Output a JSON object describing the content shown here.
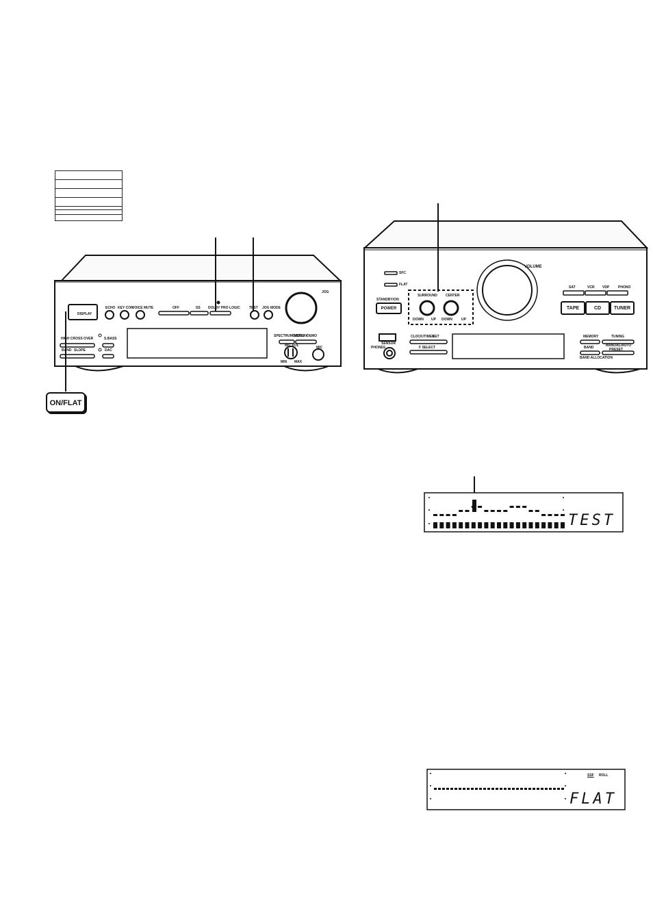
{
  "left_unit": {
    "buttons": {
      "display": "DISPLAY",
      "echo": "ECHO",
      "key_con": "KEY CON",
      "voice_mute": "VOICE MUTE",
      "off": "OFF",
      "ss": "SS",
      "dolby_pro_logic": "DOLBY PRO LOGIC",
      "test": "TEST",
      "jog_mode": "JOG MODE",
      "jog": "JOG",
      "high_cross_over": "HIGH CROSS OVER",
      "s_bass": "S.BASS",
      "band": "BAND",
      "slope": "SLOPE",
      "dac": "DAC",
      "spectrum_mode": "SPECTRUM MODE",
      "display2": "DISPLAY",
      "demo": "DEMO",
      "mic": "MIC",
      "mic_vol": "MIC VOL",
      "min": "MIN",
      "max": "MAX"
    },
    "callout": "ON/FLAT"
  },
  "right_unit": {
    "volume": "VOLUME",
    "sfc": "SFC",
    "flat": "FLAT",
    "standby_on": "STANDBY/ON",
    "power": "POWER",
    "surround": "SURROUND",
    "center": "CENTER",
    "down": "DOWN",
    "up": "UP",
    "down_max": "DOWN",
    "up_max": "UP",
    "sources_top": [
      "SAT",
      "VCR",
      "VDP",
      "PHONO"
    ],
    "sources_main": [
      "TAPE",
      "CD",
      "TUNER"
    ],
    "phones": "PHONES",
    "sensor": "SENSOR",
    "clock_timer": "CLOCK/TIMER",
    "set": "SET",
    "f_select": "F SELECT",
    "memory": "MEMORY",
    "tuning": "TUNING",
    "band": "BAND",
    "manual_auto": "MANUAL/AUTO",
    "preset": "PRESET",
    "band_allocation": "BAND ALLOCATION"
  },
  "display_test": {
    "text": "TEST",
    "band_levels": [
      2,
      2,
      2,
      2,
      3,
      3,
      4,
      4,
      3,
      3,
      3,
      3,
      4,
      4,
      4,
      3,
      3,
      2,
      2,
      2,
      2
    ]
  },
  "display_flat": {
    "text": "FLAT",
    "indicator_1": "SSF",
    "indicator_2": "ROLL",
    "band_count": 32
  }
}
